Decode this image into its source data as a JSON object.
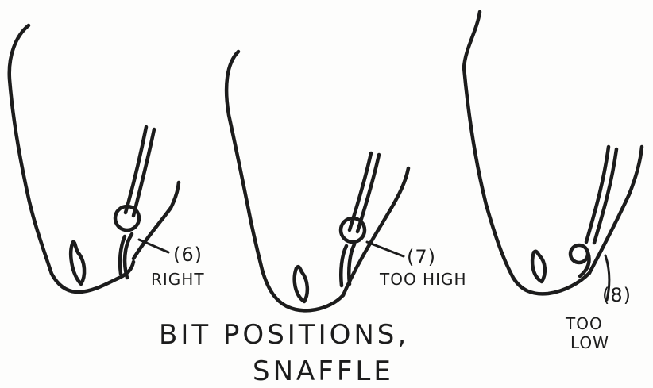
{
  "caption": {
    "line1": "BIT POSITIONS,",
    "line2": "SNAFFLE"
  },
  "panels": [
    {
      "number": "(6)",
      "label": "RIGHT"
    },
    {
      "number": "(7)",
      "label": "TOO HIGH"
    },
    {
      "number": "(8)",
      "label_line1": "TOO",
      "label_line2": "LOW"
    }
  ],
  "colors": {
    "ink": "#1c1c1c",
    "paper": "#fdfdfc"
  }
}
